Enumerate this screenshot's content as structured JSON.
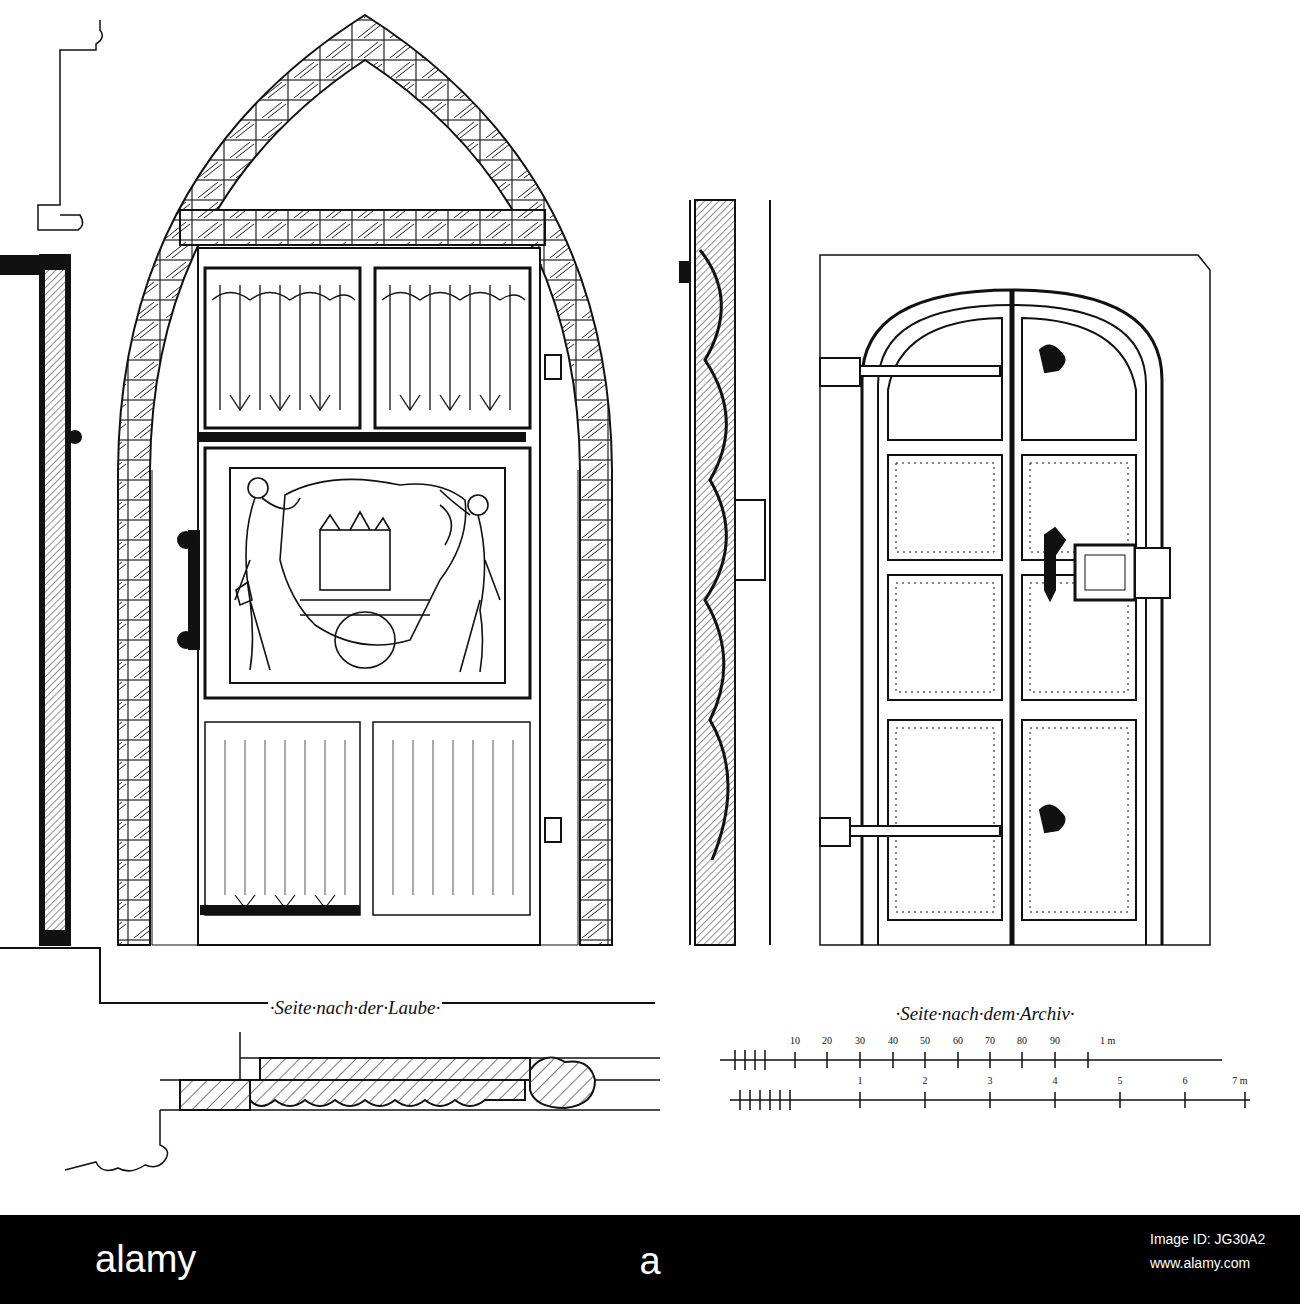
{
  "diagram": {
    "labels": [
      "·Seite·nach·der·Laube·",
      "·Seite·nach·dem·Archiv·",
      "10",
      "20",
      "30",
      "40",
      "50",
      "60",
      "70",
      "80",
      "90",
      "1 m",
      "1",
      "2",
      "3",
      "4",
      "5",
      "6",
      "7 m",
      "alamy",
      "a",
      "Image ID: JG30A2",
      "www.alamy.com"
    ]
  }
}
